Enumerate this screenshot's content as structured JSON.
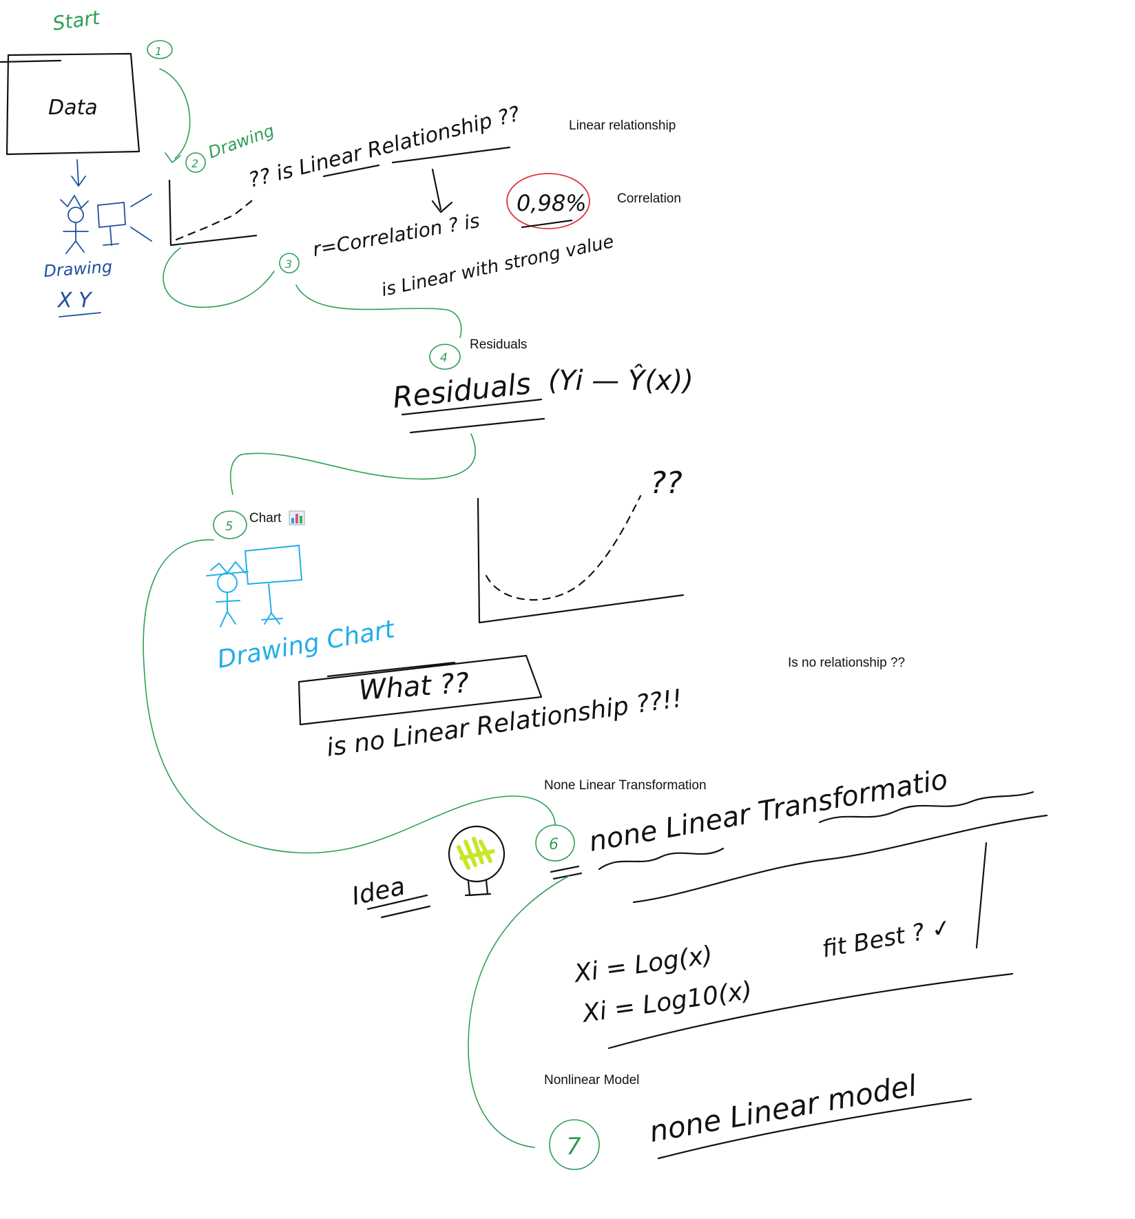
{
  "handwriting": {
    "start": "Start",
    "data": "Data",
    "drawing_1": "Drawing",
    "drawing_2": "Drawing",
    "xy": "X Y",
    "question_linear": "?? is Linear Relationship ??",
    "r_correlation": "r=Correlation ? is",
    "corr_value": "0,98%",
    "strong": "is Linear with strong value",
    "residuals": "Residuals",
    "residual_formula": "(Yi — Ŷ(x))",
    "chart_question": "??",
    "drawing_chart": "Drawing Chart",
    "what": "What ??",
    "no_relationship": "is no Linear Relationship ??!!",
    "idea": "Idea",
    "transformation": "none Linear Transformatio",
    "log_formula_1": "Xi = Log(x)",
    "log_formula_2": "Xi = Log10(x)",
    "fit_best": "fit Best ? ✓",
    "nonlinear_model": "none Linear model"
  },
  "numbers": {
    "n1": "1",
    "n2": "2",
    "n3": "3",
    "n4": "4",
    "n5": "5",
    "n6": "6",
    "n7": "7"
  },
  "labels": {
    "linear": "Linear relationship",
    "correlation": "Correlation",
    "residuals": "Residuals",
    "chart": "Chart",
    "no_rel": "Is no relationship  ??",
    "transformation": "None Linear Transformation",
    "model": "Nonlinear Model"
  },
  "icons": {
    "chart_emoji": "bar-chart-icon",
    "bulb": "light-bulb-icon"
  },
  "colors": {
    "ink": "#111111",
    "green": "#2e9e55",
    "blue": "#1f4fa0",
    "cyan": "#22aee8",
    "red": "#e0303a",
    "bulb_fill": "#c8e62a"
  }
}
